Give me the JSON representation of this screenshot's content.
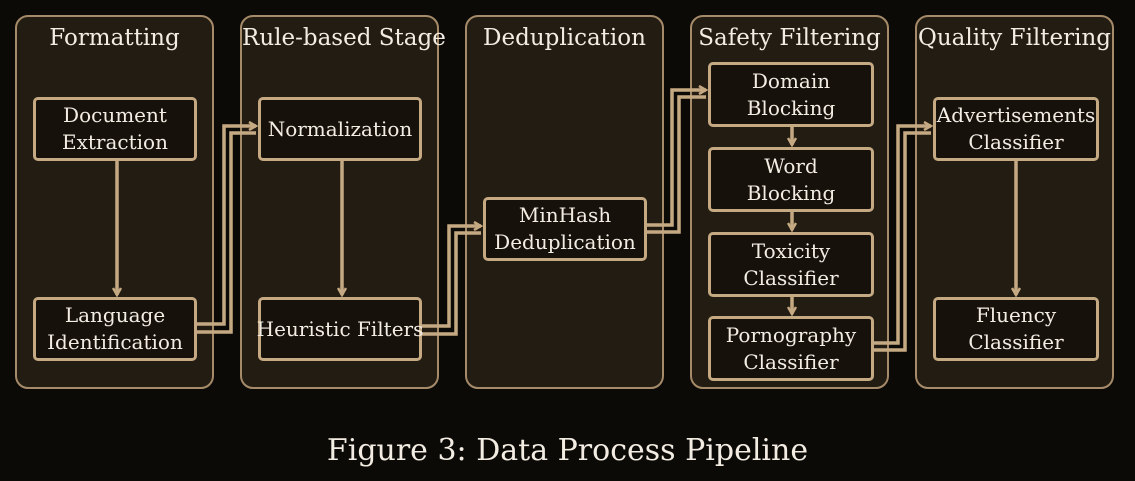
{
  "stages": {
    "formatting": {
      "title": "Formatting",
      "document_extraction": [
        "Document",
        "Extraction"
      ],
      "language_identification": [
        "Language",
        "Identification"
      ]
    },
    "rule_based": {
      "title": "Rule-based Stage",
      "normalization": "Normalization",
      "heuristic_filters": "Heuristic Filters"
    },
    "deduplication": {
      "title": "Deduplication",
      "minhash": [
        "MinHash",
        "Deduplication"
      ]
    },
    "safety": {
      "title": "Safety Filtering",
      "domain_blocking": [
        "Domain",
        "Blocking"
      ],
      "word_blocking": [
        "Word",
        "Blocking"
      ],
      "toxicity_classifier": [
        "Toxicity",
        "Classifier"
      ],
      "pornography_classifier": [
        "Pornography",
        "Classifier"
      ]
    },
    "quality": {
      "title": "Quality Filtering",
      "advertisements_classifier": [
        "Advertisements",
        "Classifier"
      ],
      "fluency_classifier": [
        "Fluency",
        "Classifier"
      ]
    }
  },
  "caption": "Figure 3: Data Process Pipeline",
  "colors": {
    "background": "#0c0a07",
    "stage_fill": "#231c12",
    "stage_border": "#a68b6a",
    "box_border": "#c5a983",
    "arrow": "#c5a983",
    "text": "#f2ece2"
  }
}
